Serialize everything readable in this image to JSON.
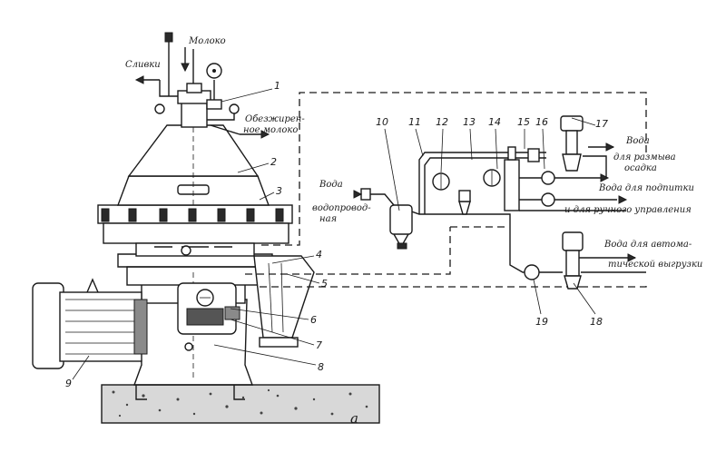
{
  "labels": {
    "milk_in": "Молоко",
    "cream_out": "Сливки",
    "skim_1": "Обезжирен-",
    "skim_2": "ное молоко",
    "water_in_1": "Вода",
    "water_in_2": "водопровод-",
    "water_in_3": "ная",
    "wash_1": "Вода",
    "wash_2": "для размыва",
    "wash_3": "осадка",
    "feed_1": "Вода для подпитки",
    "feed_2": "и для ручного управления",
    "auto_1": "Вода для автома-",
    "auto_2": "тической выгрузки",
    "caption": "а"
  },
  "callouts": [
    "1",
    "2",
    "3",
    "4",
    "5",
    "6",
    "7",
    "8",
    "9",
    "10",
    "11",
    "12",
    "13",
    "14",
    "15",
    "16",
    "17",
    "18",
    "19"
  ]
}
